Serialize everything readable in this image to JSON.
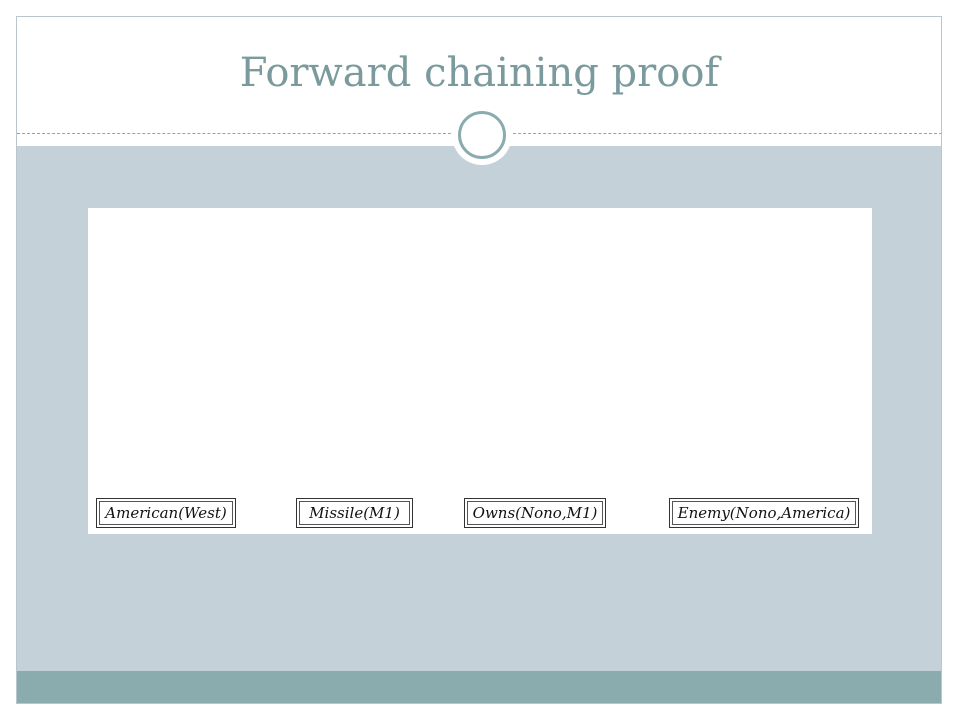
{
  "slide": {
    "title": "Forward chaining proof"
  },
  "figure": {
    "facts": [
      {
        "label": "American(West)"
      },
      {
        "label": "Missile(M1)"
      },
      {
        "label": "Owns(Nono,M1)"
      },
      {
        "label": "Enemy(Nono,America)"
      }
    ]
  }
}
